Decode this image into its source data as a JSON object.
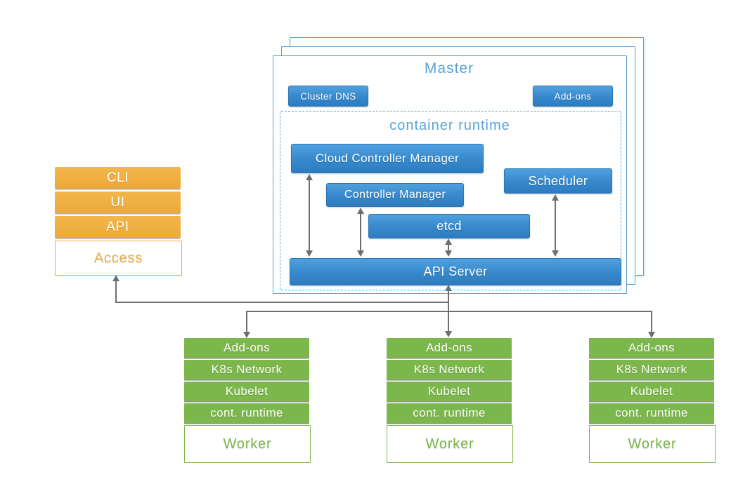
{
  "diagram": {
    "access_stack": {
      "rows": [
        "CLI",
        "UI",
        "API"
      ],
      "node_label": "Access"
    },
    "master": {
      "title": "Master",
      "buttons": [
        "Cluster DNS",
        "Add-ons"
      ],
      "container_runtime": {
        "title": "container runtime",
        "components": {
          "cloud_controller_manager": "Cloud Controller Manager",
          "controller_manager": "Controller Manager",
          "scheduler": "Scheduler",
          "etcd": "etcd",
          "api_server": "API Server"
        }
      }
    },
    "workers": {
      "count": 3,
      "rows": [
        "Add-ons",
        "K8s Network",
        "Kubelet",
        "cont. runtime"
      ],
      "node_label": "Worker"
    },
    "colors": {
      "blue_node": "#3688cc",
      "blue_border": "#5b9fd6",
      "blue_text": "#57a3d9",
      "orange": "#efaf40",
      "green": "#7cb74c",
      "arrow_gray": "#6e6e6e",
      "white": "#ffffff"
    }
  }
}
